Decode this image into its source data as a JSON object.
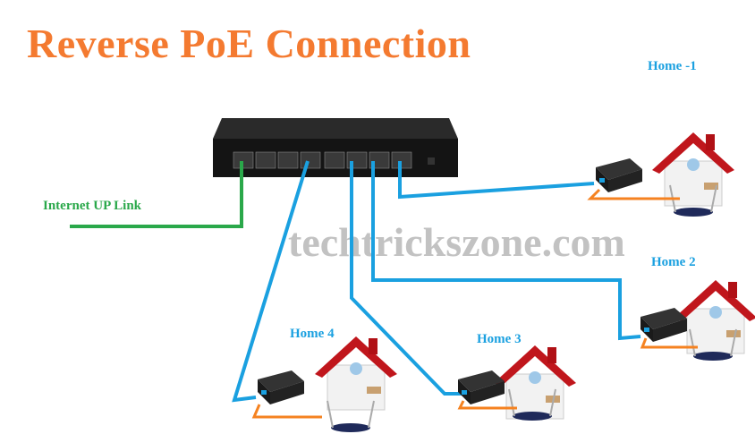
{
  "title": "Reverse PoE Connection",
  "watermark": "techtrickszone.com",
  "uplink_label": "Internet UP Link",
  "homes": [
    {
      "label": "Home -1"
    },
    {
      "label": "Home 2"
    },
    {
      "label": "Home 3"
    },
    {
      "label": "Home 4"
    }
  ],
  "colors": {
    "title": "#f47a30",
    "poe_line": "#1aa0e0",
    "uplink_line": "#2aa84a",
    "ethernet_line": "#f58220",
    "roof": "#c0161c"
  }
}
